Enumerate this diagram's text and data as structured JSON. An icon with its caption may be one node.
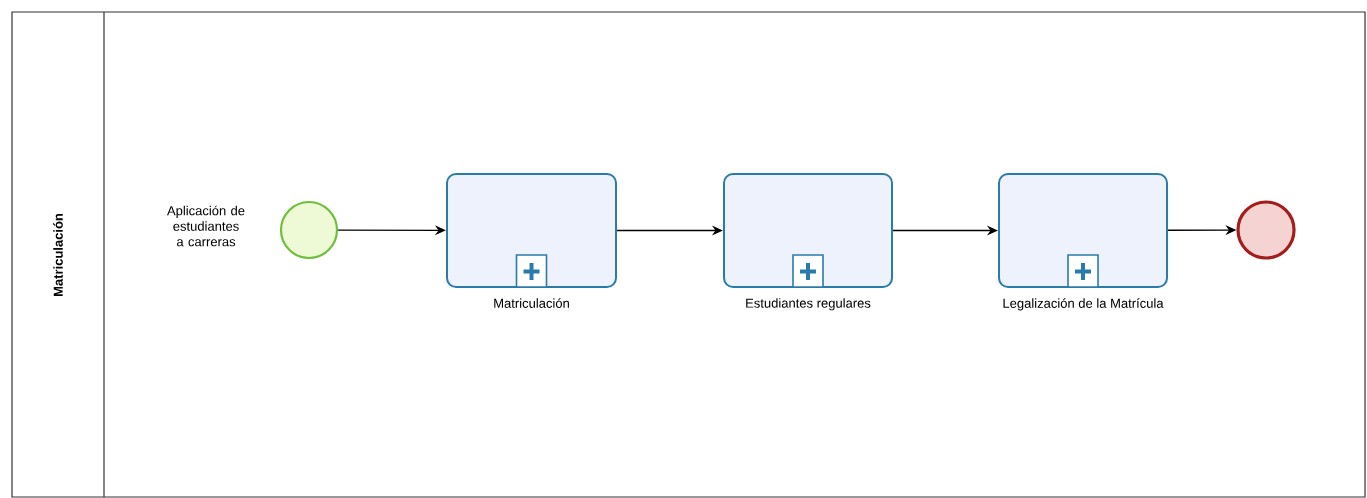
{
  "diagram": {
    "nodes": [
      {
        "text": [
          "Matriculación"
        ]
      },
      {
        "text": [],
        "shape": "circle",
        "beside": [
          "Aplicación de estudiantes a carreras"
        ],
        "in": 0
      },
      {
        "text": [
          "Matriculación"
        ],
        "in": 0
      },
      {
        "text": [
          "Estudiantes regulares"
        ],
        "in": 0
      },
      {
        "text": [
          "Legalización de la Matrícula"
        ],
        "in": 0
      },
      {
        "text": [],
        "shape": "circle",
        "in": 0
      }
    ],
    "edges": [
      {
        "from": 1,
        "to": 2,
        "arrow": "to"
      },
      {
        "from": 2,
        "to": 3,
        "arrow": "to"
      },
      {
        "from": 3,
        "to": 4,
        "arrow": "to"
      },
      {
        "from": 4,
        "to": 5,
        "arrow": "to"
      }
    ]
  }
}
